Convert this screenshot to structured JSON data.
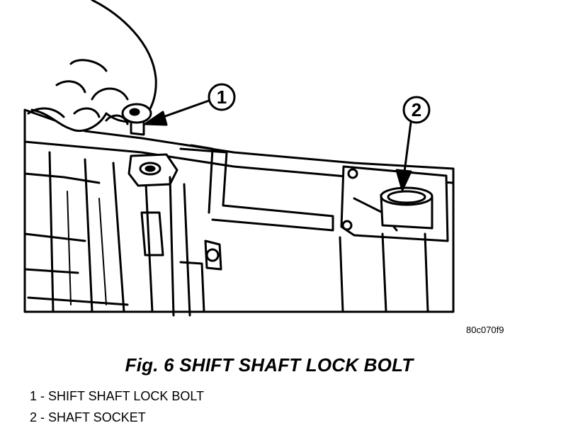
{
  "figure": {
    "code": "80c070f9",
    "caption": "Fig. 6 SHIFT SHAFT LOCK BOLT"
  },
  "callouts": [
    {
      "number": "1"
    },
    {
      "number": "2"
    }
  ],
  "legend": [
    {
      "text": "1 - SHIFT SHAFT LOCK BOLT"
    },
    {
      "text": "2 - SHAFT SOCKET"
    }
  ]
}
